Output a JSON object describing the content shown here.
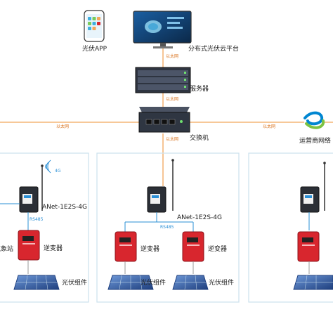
{
  "nodes": {
    "app": {
      "label": "光伏APP"
    },
    "cloud": {
      "label": "分布式光伏云平台"
    },
    "server": {
      "label": "服务器"
    },
    "switch": {
      "label": "交换机"
    },
    "carrier": {
      "label": "运营商网络"
    },
    "weather": {
      "label": "气象站"
    },
    "gateway_center": {
      "label": "ANet-1E2S-4G"
    },
    "gateway_left": {
      "label": "ANet-1E2S-4G"
    }
  },
  "links": {
    "ethernet": "以太网",
    "rs485": "RS485",
    "signal_4g": "4G"
  },
  "panels": {
    "left": {
      "inverter": "逆变器",
      "pv": "光伏组件"
    },
    "center": {
      "inverters": [
        "逆变器",
        "逆变器"
      ],
      "pv": [
        "光伏组件",
        "光伏组件"
      ]
    }
  },
  "colors": {
    "line": "#f2a65a",
    "box": "#cfe3ee",
    "rs485": "#2a8fd6",
    "inverter": "#d8262e",
    "solar": "#2f5fa8"
  }
}
